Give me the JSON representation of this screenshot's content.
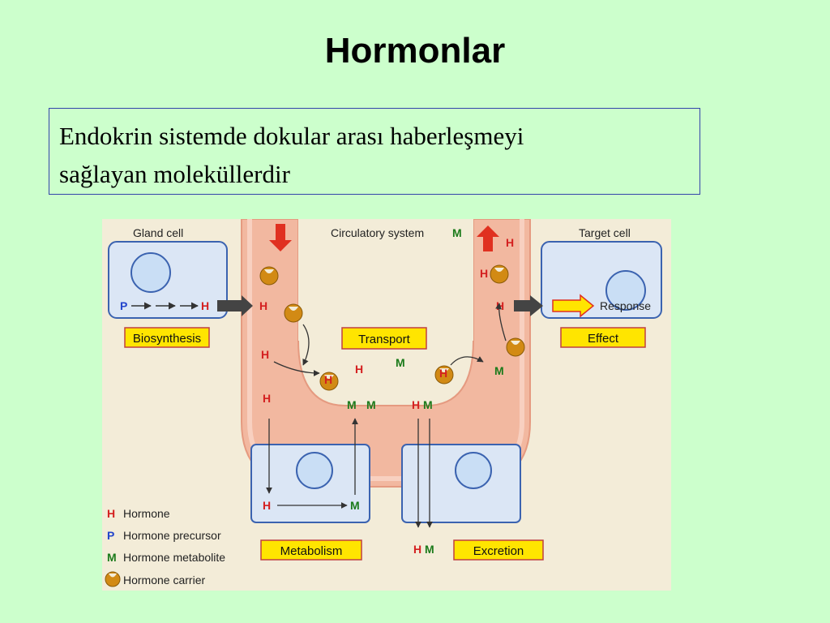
{
  "title": "Hormonlar",
  "definition": {
    "line1": "Endokrin sistemde dokular arası haberleşmeyi",
    "line2": "sağlayan moleküllerdir"
  },
  "diagram": {
    "gland_cell": "Gland cell",
    "circulatory_system": "Circulatory system",
    "target_cell": "Target cell",
    "biosynthesis": "Biosynthesis",
    "transport": "Transport",
    "effect": "Effect",
    "metabolism": "Metabolism",
    "excretion": "Excretion",
    "response": "Response",
    "H": "H",
    "M": "M",
    "P": "P",
    "legend": {
      "hormone": "Hormone",
      "precursor": "Hormone precursor",
      "metabolite": "Hormone metabolite",
      "carrier": "Hormone carrier"
    },
    "colors": {
      "hormone": "#d42020",
      "precursor": "#2244cc",
      "metabolite": "#1a7a1a",
      "carrier": "#c07a10",
      "vessel": "#f2b8a0",
      "label_box": "#ffe500"
    }
  }
}
